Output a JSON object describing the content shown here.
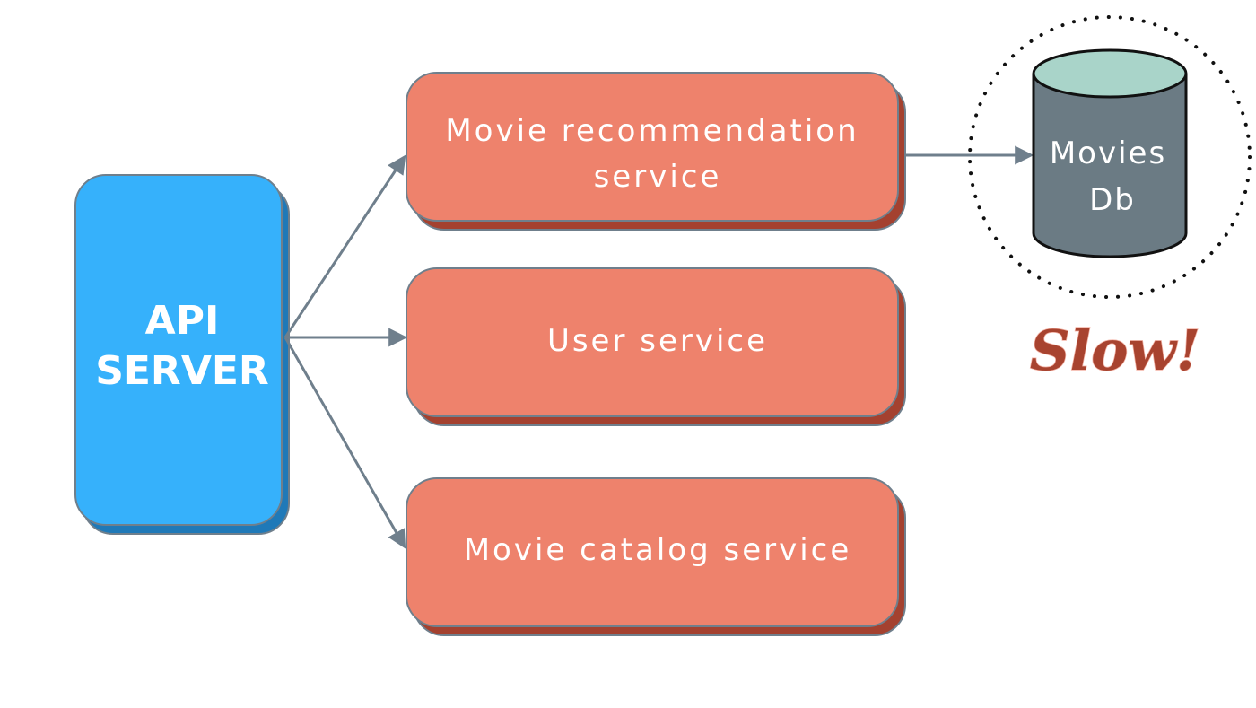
{
  "api_server": {
    "line1": "API",
    "line2": "SERVER"
  },
  "services": [
    {
      "line1": "Movie recommendation",
      "line2": "service"
    },
    {
      "line1": "User service",
      "line2": ""
    },
    {
      "line1": "Movie catalog service",
      "line2": ""
    }
  ],
  "database": {
    "line1": "Movies",
    "line2": "Db"
  },
  "annotation": {
    "text": "Slow!"
  },
  "colors": {
    "api_fill": "#36b1fb",
    "api_shadow": "#1f79b8",
    "service_fill": "#ee826c",
    "service_shadow": "#a4412f",
    "border": "#6f7f8c",
    "arrow": "#6f7f8c",
    "db_body": "#6b7b84",
    "db_top": "#a9d4c9",
    "annotation": "#a8432f"
  }
}
